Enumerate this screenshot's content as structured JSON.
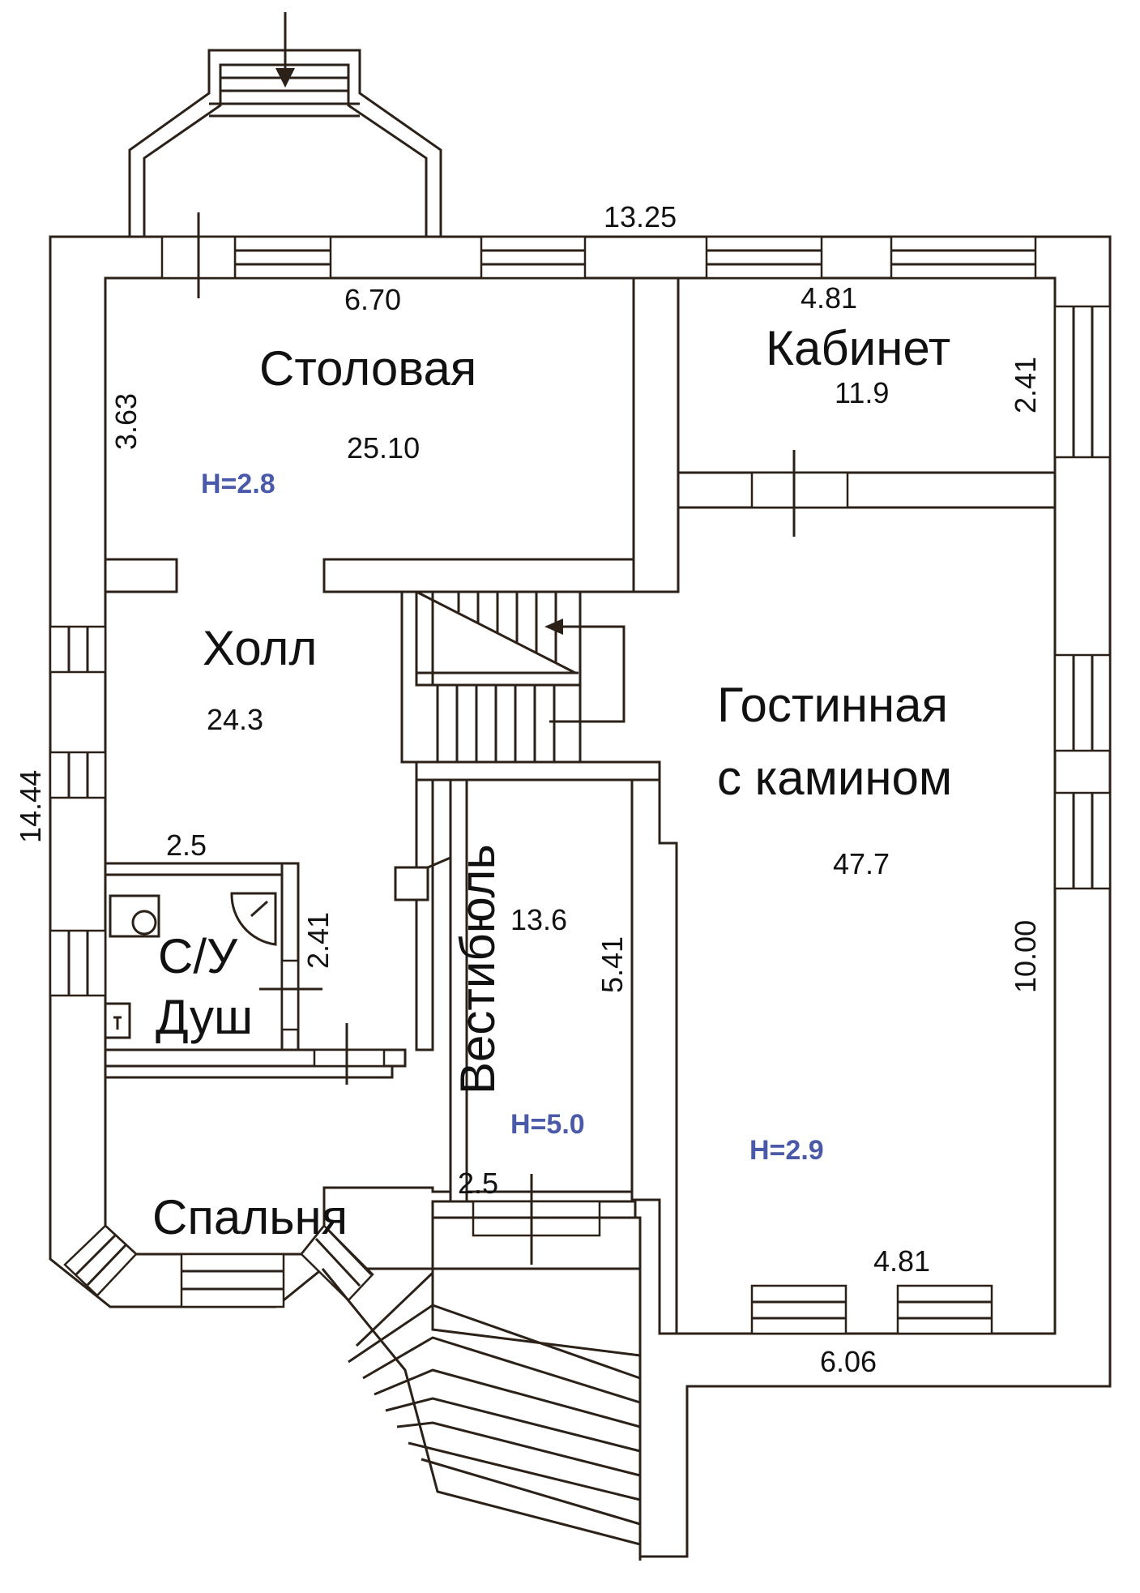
{
  "colors": {
    "wall_line": "#2b2118",
    "height_mark": "#4a5aa8",
    "bedroom_label": "#1c2540",
    "text": "#111111"
  },
  "rooms": {
    "dining": {
      "name": "Столовая",
      "area": "25.10",
      "height": "H=2.8",
      "width": "6.70",
      "depth": "3.63"
    },
    "study": {
      "name": "Кабинет",
      "area": "11.9",
      "width": "4.81",
      "depth": "2.41"
    },
    "hall": {
      "name": "Холл",
      "area": "24.3"
    },
    "bathroom": {
      "name_line1": "С/У",
      "name_line2": "Душ",
      "width": "2.5",
      "depth": "2.41"
    },
    "vestibule": {
      "name": "Вестибюль",
      "area": "13.6",
      "height": "H=5.0",
      "depth": "5.41",
      "width": "2.5"
    },
    "living": {
      "name_line1": "Гостинная",
      "name_line2": "с камином",
      "area": "47.7",
      "height": "H=2.9",
      "depth": "10.00",
      "width_inner": "4.81",
      "width_outer": "6.06"
    },
    "bedroom": {
      "name": "Спальня"
    }
  },
  "overall": {
    "width": "13.25",
    "length": "14.44"
  }
}
